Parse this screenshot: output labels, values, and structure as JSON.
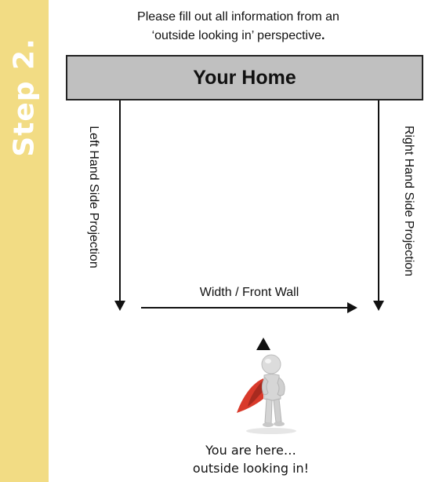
{
  "step": {
    "label": "Step 2."
  },
  "instructions": {
    "line1": "Please fill out all information from an",
    "line2": "‘outside looking in’ perspective",
    "line2_end": "."
  },
  "home": {
    "title": "Your Home"
  },
  "projections": {
    "left": "Left Hand Side Projection",
    "right": "Right Hand Side Projection",
    "front": "Width / Front Wall"
  },
  "viewer": {
    "line1": "You are here…",
    "line2": "outside looking in!"
  },
  "colors": {
    "step_band": "#f2dc84",
    "home_bar": "#c0c0c0",
    "cape": "#d93a2b",
    "figure": "#d9d9d9"
  },
  "icons": {
    "viewer": "superhero-figure-icon",
    "pointer": "up-triangle-icon"
  }
}
